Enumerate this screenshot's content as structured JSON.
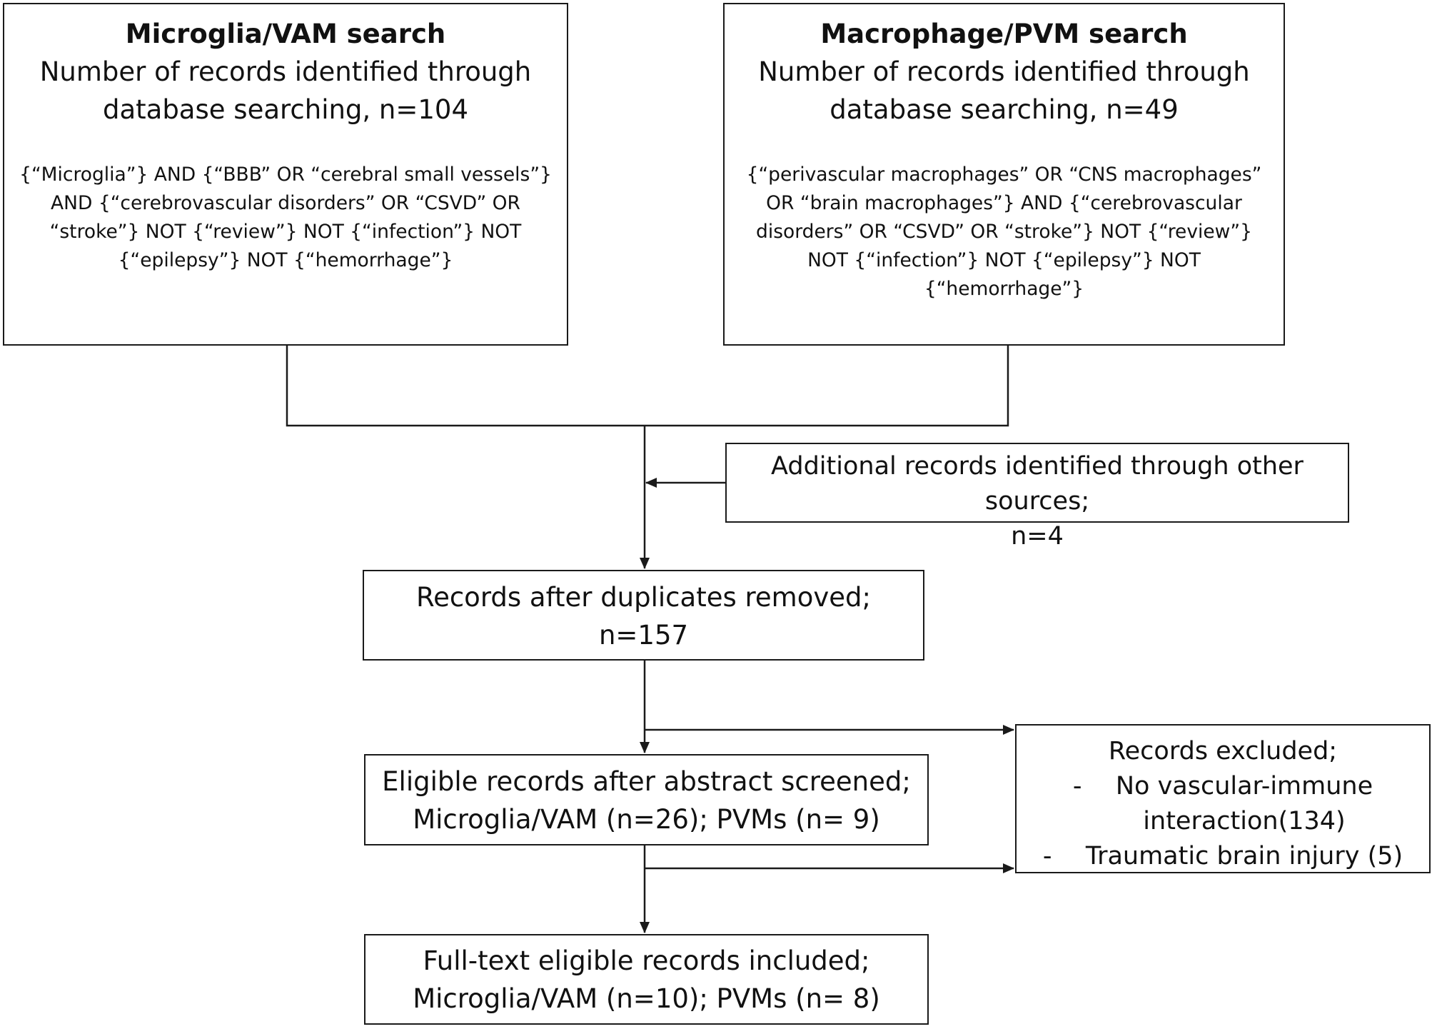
{
  "microglia_box": {
    "title": "Microglia/VAM search",
    "line1": "Number of records identified through",
    "line2": "database searching, n=104",
    "query_lines": [
      "{“Microglia”} AND {“BBB” OR “cerebral small vessels”}",
      "AND {“cerebrovascular disorders” OR “CSVD” OR",
      "“stroke”} NOT {“review”}  NOT {“infection”} NOT",
      "{“epilepsy”} NOT {“hemorrhage”}"
    ]
  },
  "macrophage_box": {
    "title": "Macrophage/PVM search",
    "line1": "Number of records identified through",
    "line2": "database searching, n=49",
    "query_lines": [
      "{“perivascular macrophages” OR “CNS macrophages”",
      "OR “brain macrophages”} AND {“cerebrovascular",
      "disorders” OR “CSVD” OR “stroke”} NOT {“review”}",
      "NOT {“infection”} NOT {“epilepsy”} NOT",
      "{“hemorrhage”}"
    ]
  },
  "additional_box": {
    "line1": "Additional records identified through other sources;",
    "line2": "n=4"
  },
  "duplicates_box": {
    "line1": "Records after duplicates removed;",
    "line2": "n=157"
  },
  "eligible_box": {
    "line1": "Eligible records after abstract screened;",
    "line2": "Microglia/VAM (n=26); PVMs (n= 9)"
  },
  "excluded_box": {
    "title": "Records excluded;",
    "items": [
      {
        "dash": "-",
        "line1": "No vascular-immune",
        "line2": "interaction(134)"
      },
      {
        "dash": "-",
        "line1": "Traumatic brain injury (5)"
      }
    ]
  },
  "fulltext_box": {
    "line1": "Full-text eligible records included;",
    "line2": "Microglia/VAM (n=10); PVMs (n= 8)"
  },
  "colors": {
    "stroke": "#1a1a1a",
    "text": "#111111",
    "background": "#ffffff"
  }
}
